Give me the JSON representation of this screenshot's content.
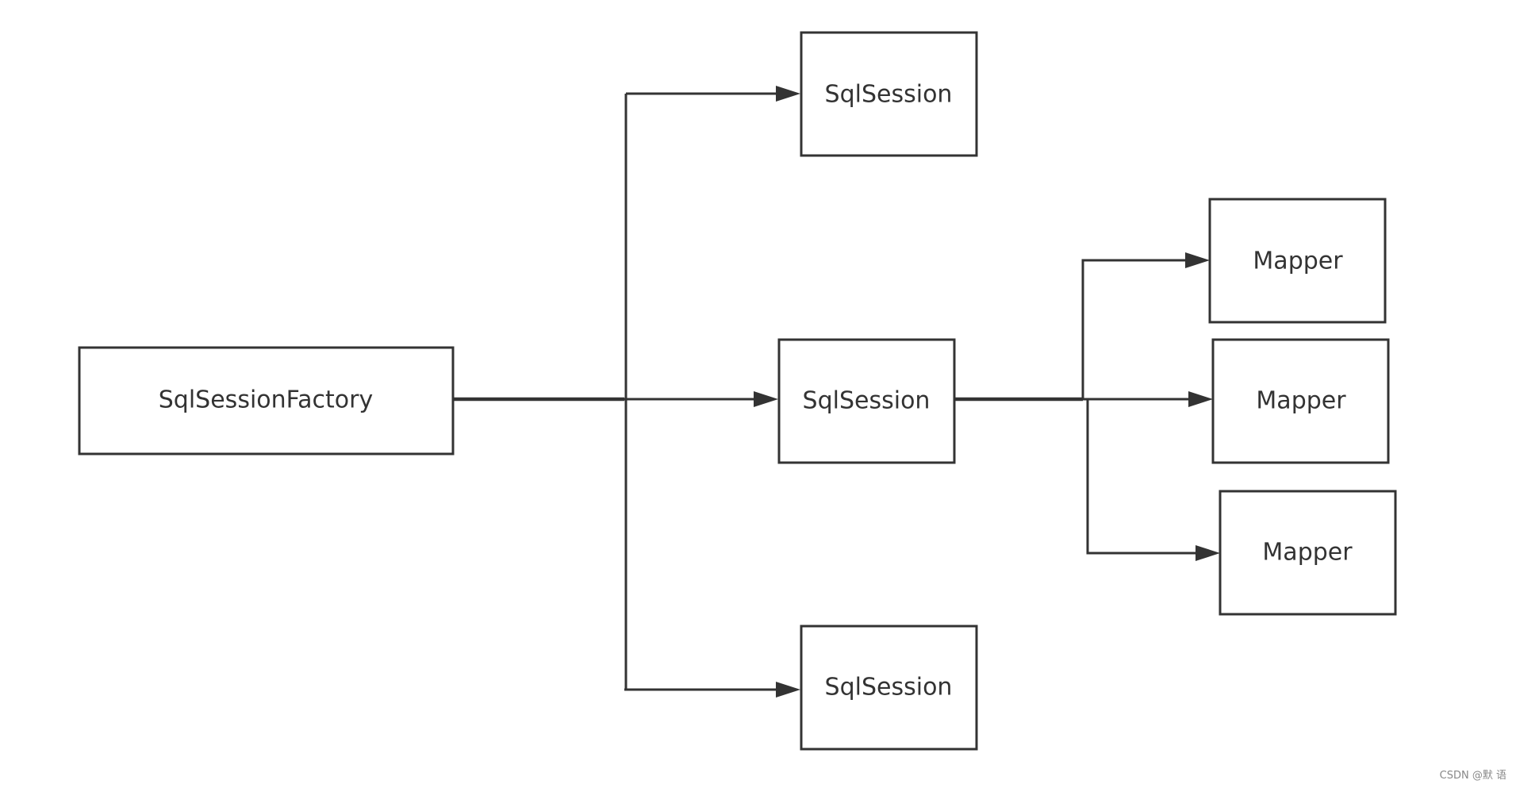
{
  "diagram": {
    "nodes": {
      "factory": {
        "label": "SqlSessionFactory"
      },
      "session_top": {
        "label": "SqlSession"
      },
      "session_mid": {
        "label": "SqlSession"
      },
      "session_bottom": {
        "label": "SqlSession"
      },
      "mapper_1": {
        "label": "Mapper"
      },
      "mapper_2": {
        "label": "Mapper"
      },
      "mapper_3": {
        "label": "Mapper"
      }
    },
    "edges": [
      {
        "from": "factory",
        "to": "session_top"
      },
      {
        "from": "factory",
        "to": "session_mid"
      },
      {
        "from": "factory",
        "to": "session_bottom"
      },
      {
        "from": "session_mid",
        "to": "mapper_1"
      },
      {
        "from": "session_mid",
        "to": "mapper_2"
      },
      {
        "from": "session_mid",
        "to": "mapper_3"
      }
    ],
    "colors": {
      "stroke": "#333333",
      "background": "#ffffff"
    }
  },
  "watermark": "CSDN @默 语"
}
